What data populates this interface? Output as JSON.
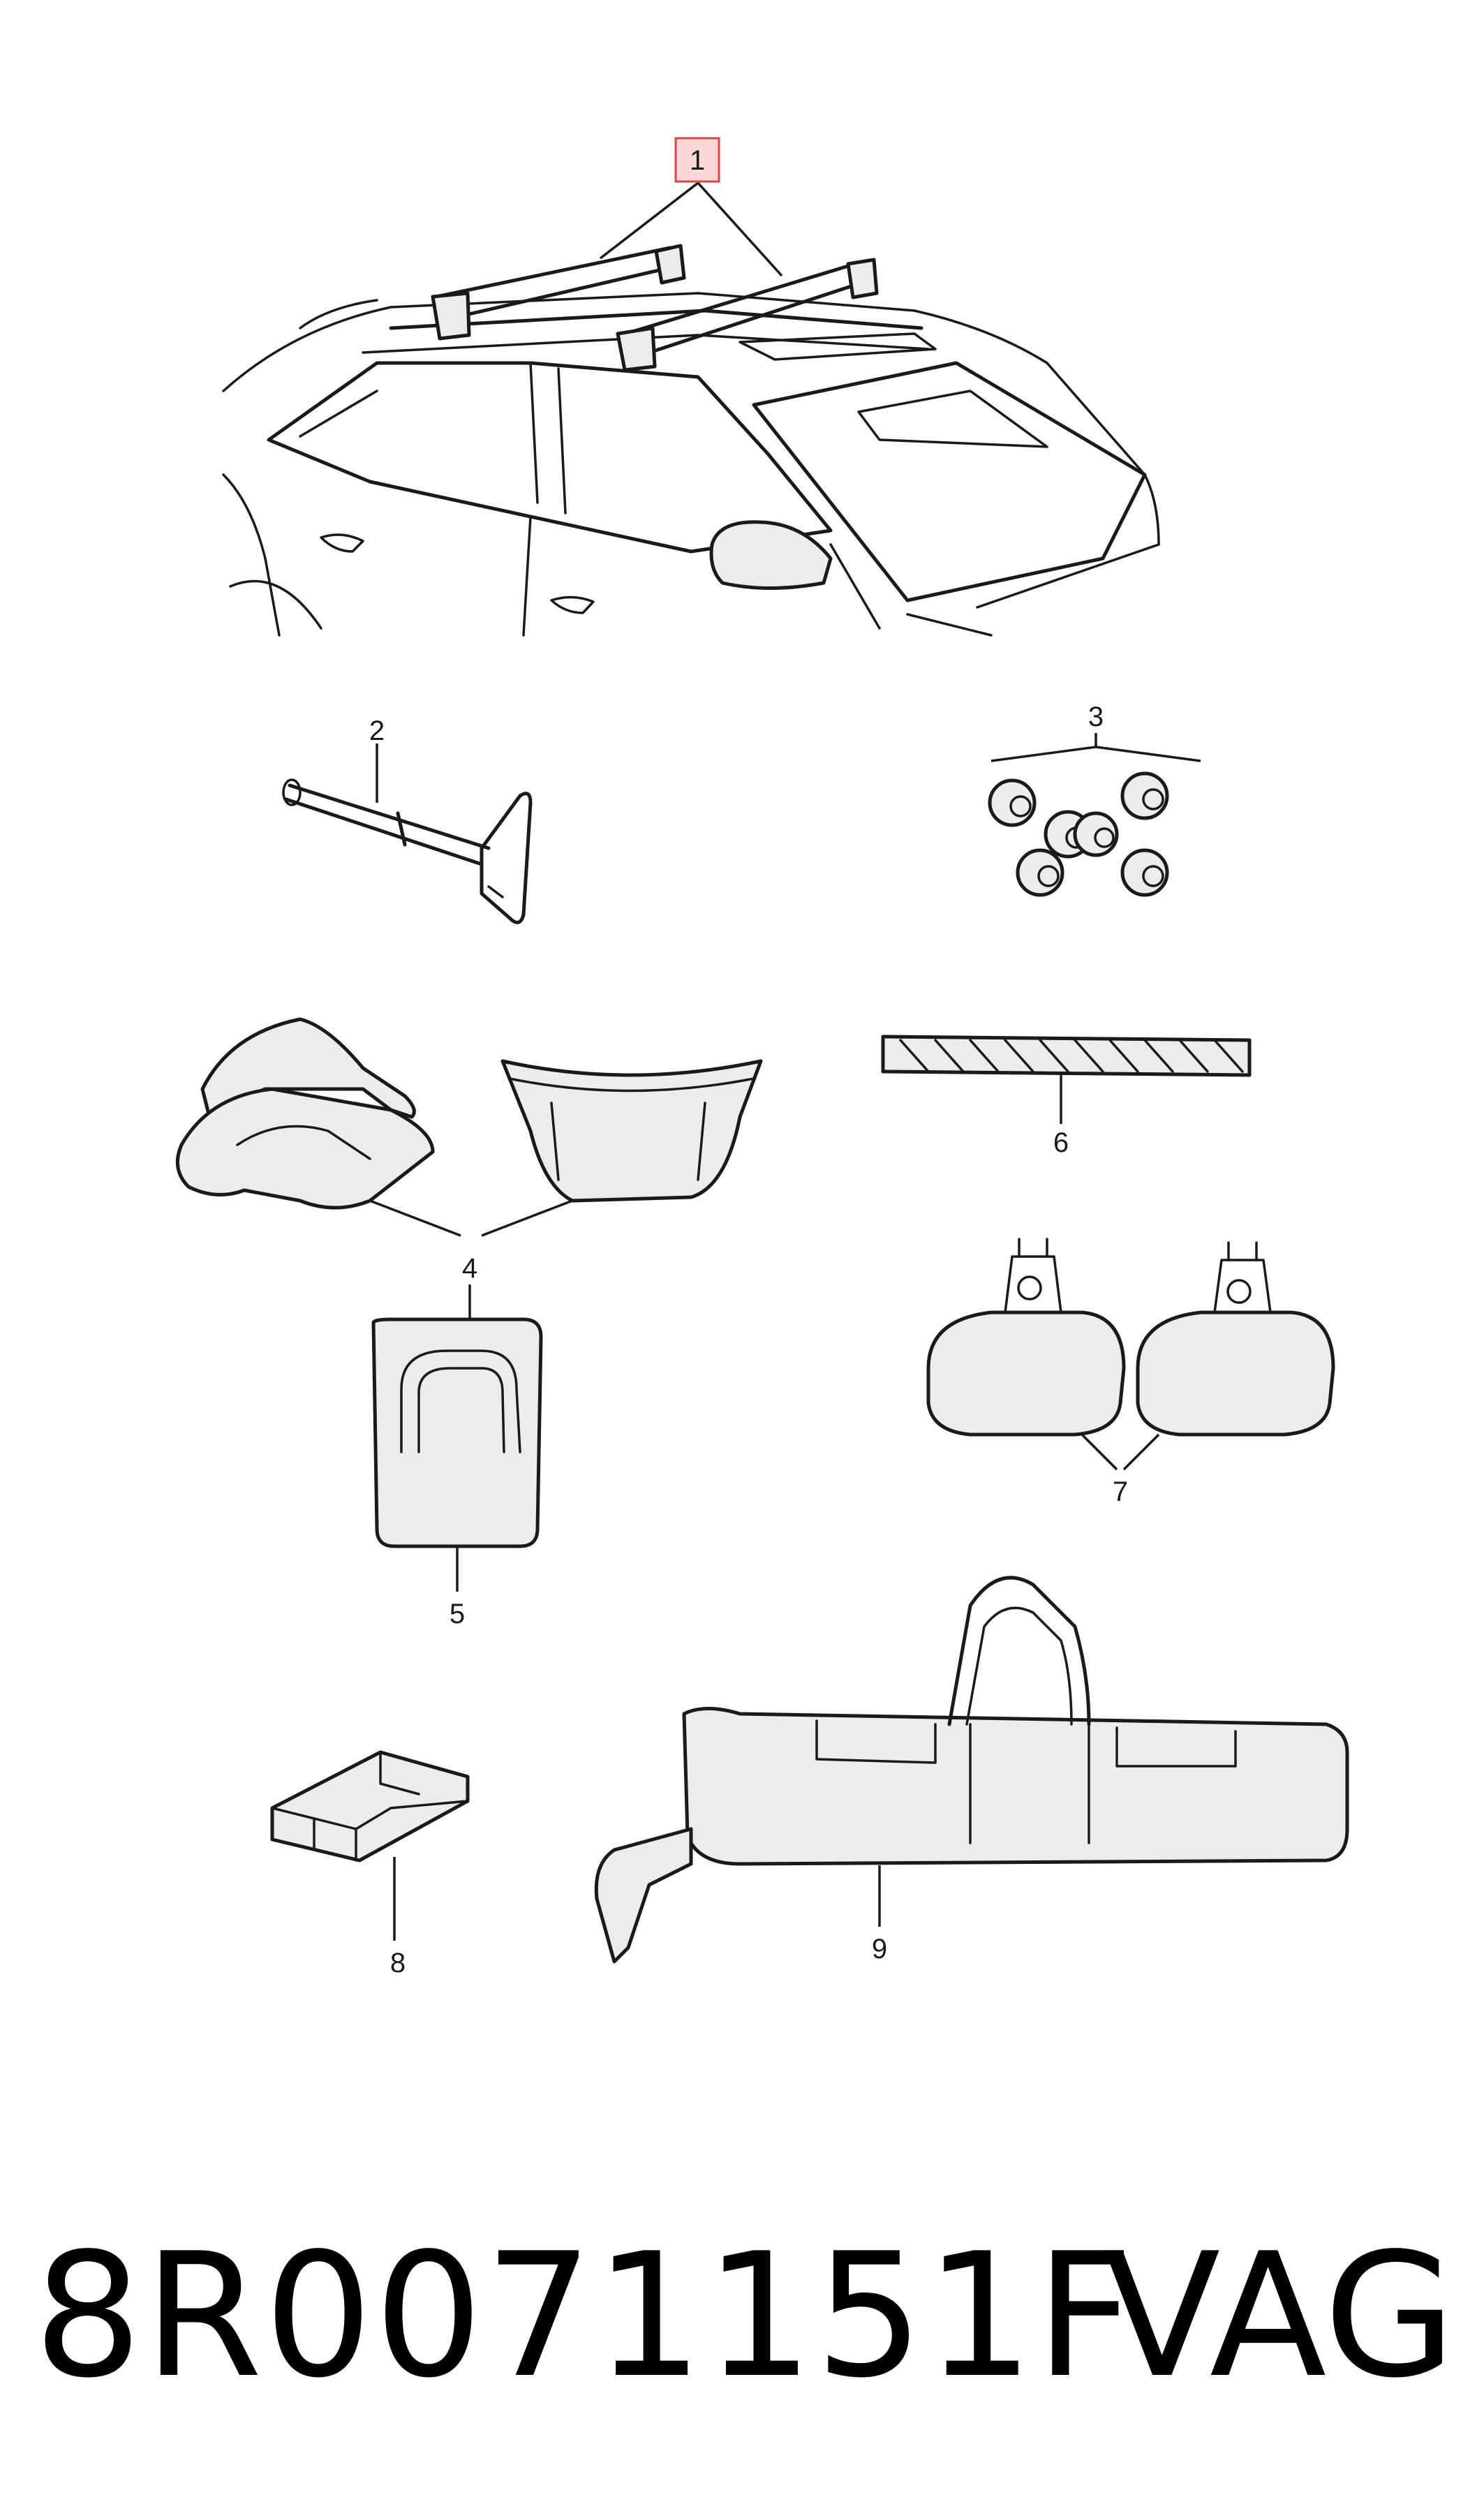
{
  "callouts": {
    "c1": "1",
    "c2": "2",
    "c3": "3",
    "c4": "4",
    "c5": "5",
    "c6": "6",
    "c7": "7",
    "c8": "8",
    "c9": "9"
  },
  "footer": {
    "part_number": "8R0071151F",
    "brand": "VAG"
  },
  "colors": {
    "line": "#1a1a1a",
    "highlight_fill": "#f7d7d7",
    "highlight_border": "#dd4444"
  }
}
